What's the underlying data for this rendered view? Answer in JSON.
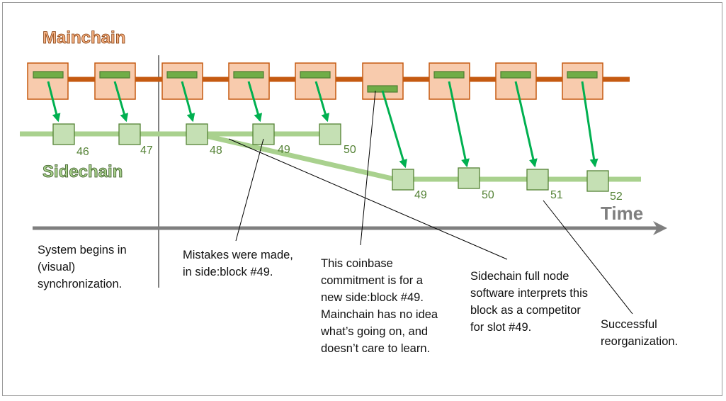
{
  "titles": {
    "mainchain": "Mainchain",
    "sidechain": "Sidechain",
    "time": "Time"
  },
  "colors": {
    "main_line": "#c55a11",
    "main_block_fill": "#f8cbad",
    "main_block_stroke": "#c55a11",
    "commit_fill": "#70ad47",
    "commit_stroke": "#507e32",
    "arrow": "#00b050",
    "side_line": "#a9d18e",
    "side_block_fill": "#c5e0b4",
    "side_block_stroke": "#548235",
    "side_number": "#548235",
    "mainchain_title_fill": "#f4b183",
    "sidechain_title_fill": "#a9d18e",
    "time_color": "#7f7f7f"
  },
  "mainchain": {
    "block_count": 9
  },
  "sidechain": {
    "upper_labels": [
      "46",
      "47",
      "48",
      "49",
      "50"
    ],
    "lower_labels": [
      "49",
      "50",
      "51",
      "52"
    ]
  },
  "annotations": {
    "sync": "System begins in\n(visual)\nsynchronization.",
    "mistakes": "Mistakes were made,\nin side:block #49.",
    "coinbase": "This coinbase\ncommitment is for a\nnew side:block #49.\nMainchain has no idea\nwhat’s going on, and\ndoesn’t care to learn.",
    "competitor": "Sidechain full node\nsoftware interprets this\nblock as a competitor\nfor slot #49.",
    "reorg": "Successful\nreorganization."
  }
}
